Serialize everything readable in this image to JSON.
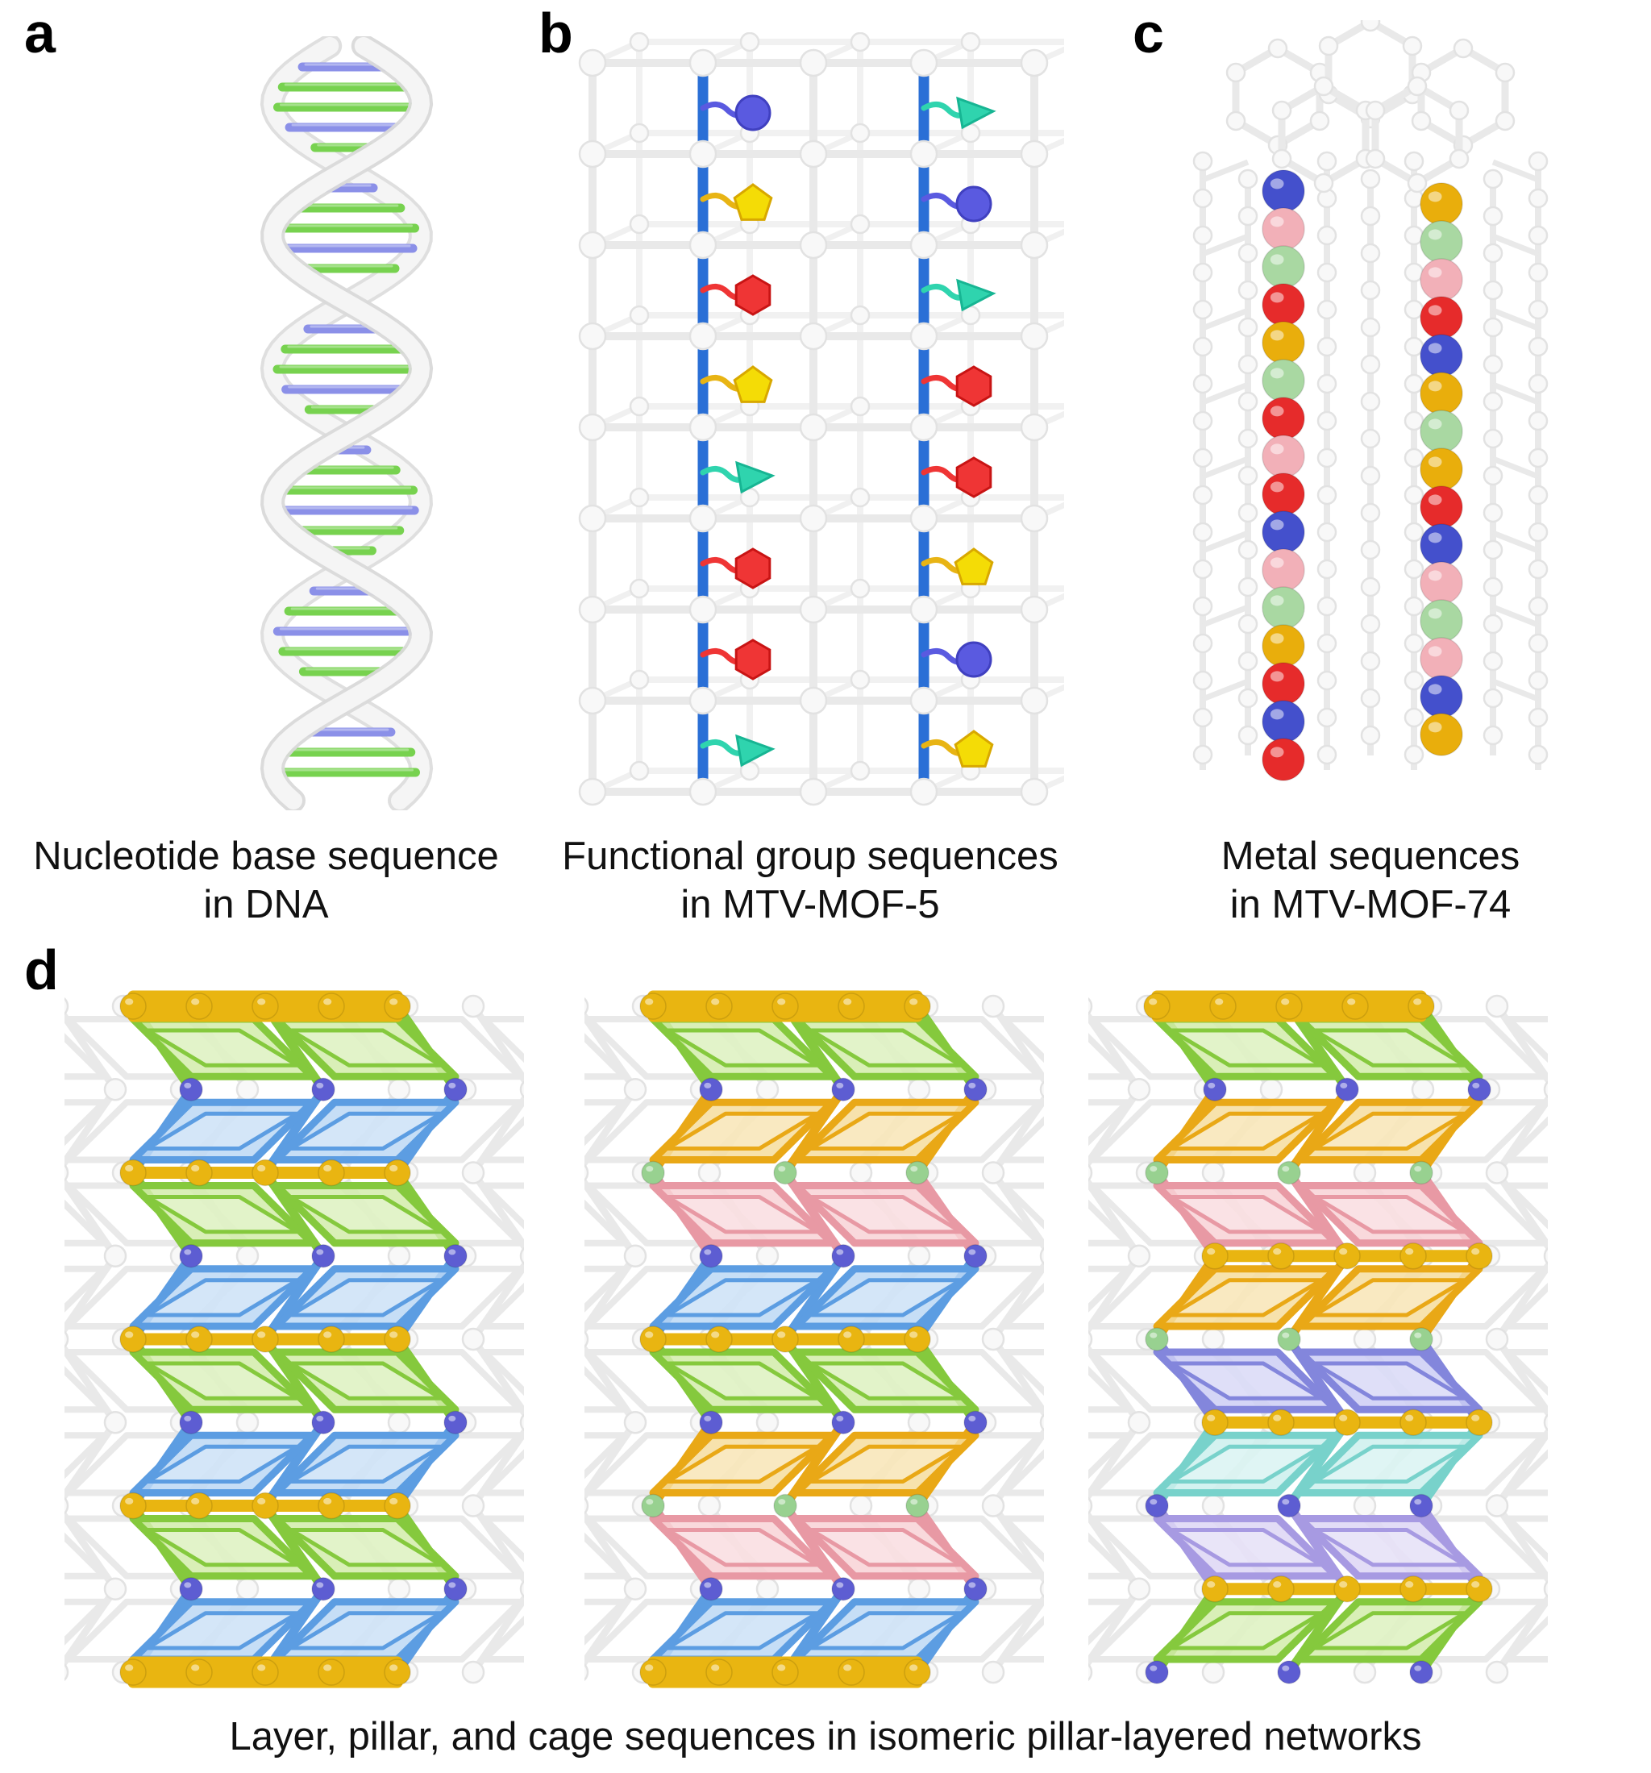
{
  "framework": {
    "rod": "#e9e9e9",
    "rod_light": "#f1f1f1",
    "node_fill": "#f8f8f8",
    "node_edge": "#e2e2e2"
  },
  "panels": {
    "a": {
      "label": "a",
      "caption_line1": "Nucleotide base sequence",
      "caption_line2": "in DNA",
      "helix": {
        "strand_outer": "#d9d9d9",
        "strand_inner": "#f5f5f5",
        "rung_colors": {
          "green": "#77d24f",
          "blue": "#8b90e8"
        },
        "rungs": [
          "blue",
          "green",
          "green",
          "blue",
          "green",
          "blue",
          "green",
          "green",
          "blue",
          "green",
          "blue",
          "green",
          "green",
          "blue",
          "green",
          "blue",
          "green",
          "green",
          "blue",
          "green",
          "green",
          "blue",
          "green",
          "blue",
          "green",
          "green"
        ]
      }
    },
    "b": {
      "label": "b",
      "caption_line1": "Functional group sequences",
      "caption_line2": "in MTV-MOF-5",
      "pillar_color": "#2a6fd6",
      "group_colors": {
        "circle": {
          "fill": "#5a5ae0",
          "edge": "#4040c0",
          "stem": "#5a5ae0"
        },
        "pentagon": {
          "fill": "#f4dc06",
          "edge": "#d8a800",
          "stem": "#e8b414"
        },
        "hexagon": {
          "fill": "#ef3535",
          "edge": "#c81414",
          "stem": "#ef3535"
        },
        "triangle": {
          "fill": "#2fd4ae",
          "edge": "#17b593",
          "stem": "#2fd4ae"
        }
      },
      "left_sequence": [
        "circle",
        "pentagon",
        "hexagon",
        "pentagon",
        "triangle",
        "hexagon",
        "hexagon",
        "triangle"
      ],
      "right_sequence": [
        "triangle",
        "circle",
        "triangle",
        "hexagon",
        "hexagon",
        "pentagon",
        "circle",
        "pentagon"
      ]
    },
    "c": {
      "label": "c",
      "caption_line1": "Metal sequences",
      "caption_line2": "in MTV-MOF-74",
      "metal_colors": {
        "blue": "#4450cc",
        "pink": "#f2b0b8",
        "green": "#a9d8a2",
        "red": "#e62b2b",
        "yellow": "#e9ae0c"
      },
      "left_sequence": [
        "blue",
        "pink",
        "green",
        "red",
        "yellow",
        "green",
        "red",
        "pink",
        "red",
        "blue",
        "pink",
        "green",
        "yellow",
        "red",
        "blue",
        "red"
      ],
      "right_sequence": [
        "yellow",
        "green",
        "pink",
        "red",
        "blue",
        "yellow",
        "green",
        "yellow",
        "red",
        "blue",
        "pink",
        "green",
        "pink",
        "blue",
        "yellow"
      ]
    },
    "d": {
      "label": "d",
      "caption": "Layer, pillar, and cage sequences in isomeric pillar-layered networks",
      "colors": {
        "yellow": {
          "frame": "#e9b511",
          "fill": "#f6dd7a"
        },
        "purple": {
          "frame": "#5d5dd2",
          "fill": "#9a9ae8"
        },
        "lightgreen": {
          "frame": "#98d190",
          "fill": "#c4e8bd"
        },
        "green": {
          "frame": "#85c93d",
          "fill": "#d2ecaa"
        },
        "blue": {
          "frame": "#5c9de2",
          "fill": "#bcd8f4"
        },
        "amber": {
          "frame": "#e9a816",
          "fill": "#f6dd9d"
        },
        "pink": {
          "frame": "#e899a4",
          "fill": "#f8d2d6"
        },
        "periwinkle": {
          "frame": "#8386dc",
          "fill": "#cdcef4"
        },
        "cyan": {
          "frame": "#78d2cb",
          "fill": "#cdf0ed"
        },
        "lavender": {
          "frame": "#a79ae2",
          "fill": "#ddd6f4"
        }
      },
      "networks": [
        {
          "name": "network-1",
          "layers": [
            "green",
            "blue",
            "green",
            "blue",
            "green",
            "blue",
            "green",
            "blue"
          ],
          "pillars": [
            "green",
            "blue",
            "green",
            "blue",
            "green",
            "blue",
            "green",
            "blue"
          ],
          "junctions": [
            "yellow",
            "purple",
            "yellow",
            "purple",
            "yellow",
            "purple",
            "yellow",
            "purple",
            "yellow"
          ]
        },
        {
          "name": "network-2",
          "layers": [
            "green",
            "amber",
            "pink",
            "blue",
            "green",
            "amber",
            "pink",
            "blue"
          ],
          "pillars": [
            "green",
            "amber",
            "pink",
            "blue",
            "green",
            "amber",
            "pink",
            "blue"
          ],
          "junctions": [
            "yellow",
            "purple",
            "lightgreen",
            "purple",
            "yellow",
            "purple",
            "lightgreen",
            "purple",
            "yellow"
          ]
        },
        {
          "name": "network-3",
          "layers": [
            "green",
            "amber",
            "pink",
            "amber",
            "periwinkle",
            "cyan",
            "lavender",
            "green"
          ],
          "pillars": [
            "green",
            "amber",
            "pink",
            "amber",
            "periwinkle",
            "cyan",
            "lavender",
            "green"
          ],
          "junctions": [
            "yellow",
            "purple",
            "lightgreen",
            "yellow",
            "lightgreen",
            "yellow",
            "purple",
            "yellow",
            "purple"
          ]
        }
      ]
    }
  }
}
